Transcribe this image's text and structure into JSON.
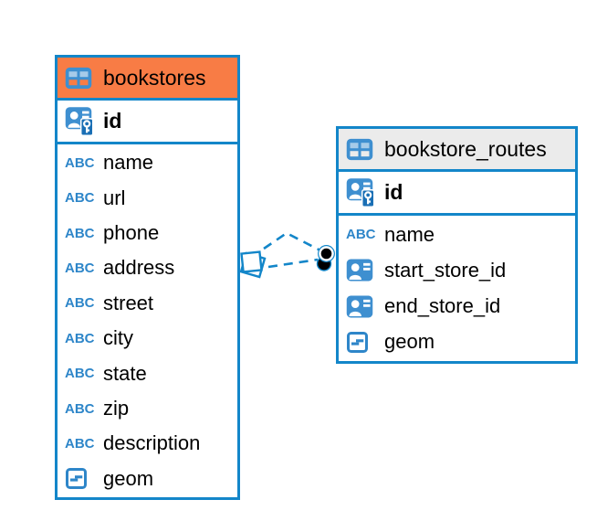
{
  "diagram": {
    "background": "#FFFFFF",
    "colors": {
      "table_border": "#1386C9",
      "connector": "#1386C9",
      "icon_blue": "#2E86C9",
      "icon_badge_blue": "#3E8FD0",
      "bookstores_header_bg": "#F87C45",
      "bookstore_routes_header_bg": "#EBEBEB",
      "text": "#000000"
    },
    "icons": {
      "text_type_label": "ABC",
      "table_icon": "table-grid",
      "primary_key_icon": "person-badge-with-key",
      "reference_icon": "person-badge",
      "geometry_icon": "square-with-segment"
    },
    "tables": [
      {
        "name": "bookstores",
        "primary_key": {
          "name": "id",
          "type": "key"
        },
        "columns": [
          {
            "name": "name",
            "type": "text"
          },
          {
            "name": "url",
            "type": "text"
          },
          {
            "name": "phone",
            "type": "text"
          },
          {
            "name": "address",
            "type": "text"
          },
          {
            "name": "street",
            "type": "text"
          },
          {
            "name": "city",
            "type": "text"
          },
          {
            "name": "state",
            "type": "text"
          },
          {
            "name": "zip",
            "type": "text"
          },
          {
            "name": "description",
            "type": "text"
          },
          {
            "name": "geom",
            "type": "geometry"
          }
        ]
      },
      {
        "name": "bookstore_routes",
        "primary_key": {
          "name": "id",
          "type": "key"
        },
        "columns": [
          {
            "name": "name",
            "type": "text"
          },
          {
            "name": "start_store_id",
            "type": "reference"
          },
          {
            "name": "end_store_id",
            "type": "reference"
          },
          {
            "name": "geom",
            "type": "geometry"
          }
        ]
      }
    ],
    "relationships": [
      {
        "from": "bookstores",
        "to": "bookstore_routes",
        "line_style": "dashed",
        "from_marker": "diamond",
        "to_marker": "dot"
      },
      {
        "from": "bookstores",
        "to": "bookstore_routes",
        "line_style": "dashed",
        "from_marker": "diamond",
        "to_marker": "dot"
      }
    ]
  }
}
